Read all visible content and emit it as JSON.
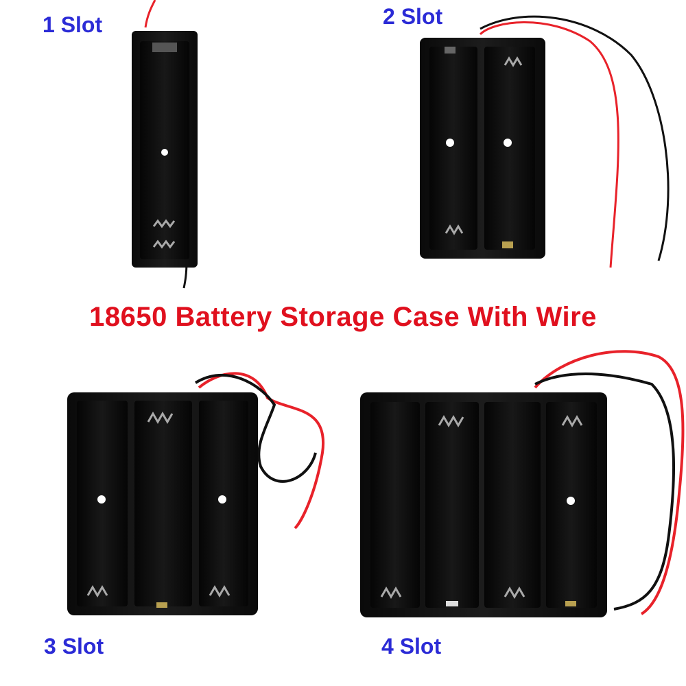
{
  "labels": {
    "slot1": "1 Slot",
    "slot2": "2 Slot",
    "slot3": "3 Slot",
    "slot4": "4 Slot"
  },
  "title": "18650 Battery Storage Case With Wire",
  "colors": {
    "label": "#2b2bd6",
    "title": "#e0101e",
    "case": "#141414",
    "wire_red": "#e8222a",
    "wire_black": "#111111"
  }
}
